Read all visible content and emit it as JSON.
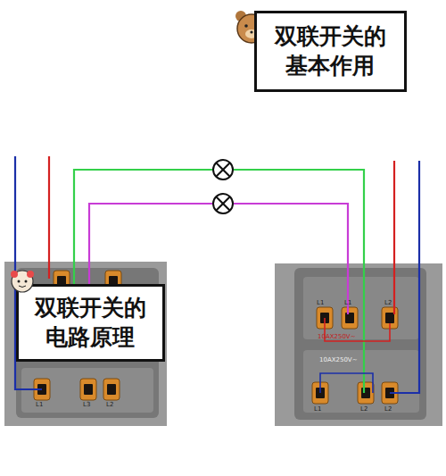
{
  "diagram": {
    "nodes": [
      {
        "text": [
          "双联开关的 基本作用"
        ]
      },
      {
        "text": [
          "双联开关的 电路原理"
        ]
      }
    ],
    "labels": [
      "L1",
      "L3",
      "L2",
      "L1",
      "L1",
      "L2",
      "10AX250V~",
      "10AX250V~",
      "L1",
      "L2",
      "L2"
    ]
  }
}
